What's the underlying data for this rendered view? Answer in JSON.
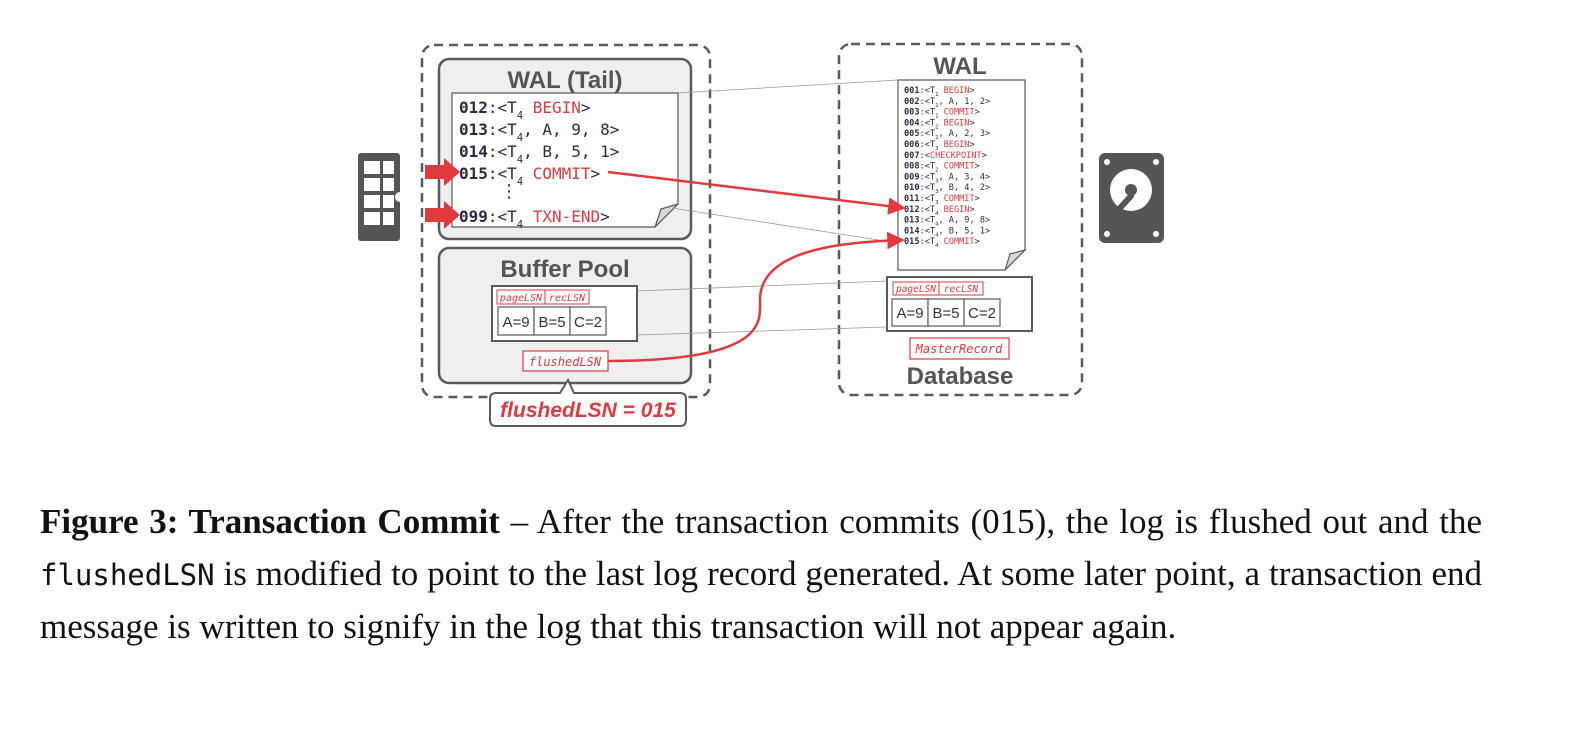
{
  "colors": {
    "accent": "#e0393e",
    "text": "#2b2b45",
    "panel": "#efefef",
    "border": "#5a5a5a",
    "icon": "#555555"
  },
  "memory": {
    "icon": "ram-chip-icon",
    "wal_tail": {
      "title": "WAL (Tail)",
      "records": [
        {
          "lsn": "012",
          "head": "<T",
          "sub": "4",
          "body": " BEGIN",
          "tail": ">",
          "red": true
        },
        {
          "lsn": "013",
          "head": "<T",
          "sub": "4",
          "body": ", A, 9, 8",
          "tail": ">",
          "red": false
        },
        {
          "lsn": "014",
          "head": "<T",
          "sub": "4",
          "body": ", B, 5, 1",
          "tail": ">",
          "red": false
        },
        {
          "lsn": "015",
          "head": "<T",
          "sub": "4",
          "body": " COMMIT",
          "tail": ">",
          "red": true
        },
        {
          "lsn": "099",
          "head": "<T",
          "sub": "4",
          "body": " TXN-END",
          "tail": ">",
          "red": true
        }
      ],
      "ellipsis": "⋮"
    },
    "buffer_pool": {
      "title": "Buffer Pool",
      "page_lsn": "pageLSN",
      "rec_lsn": "recLSN",
      "cells": [
        "A=9",
        "B=5",
        "C=2"
      ],
      "flushed_lsn": "flushedLSN"
    },
    "callout": "flushedLSN = 015"
  },
  "disk": {
    "icon": "hard-drive-icon",
    "wal": {
      "title": "WAL",
      "records": [
        {
          "lsn": "001",
          "head": "<T",
          "sub": "1",
          "body": " BEGIN",
          "tail": ">",
          "red": true
        },
        {
          "lsn": "002",
          "head": "<T",
          "sub": "1",
          "body": ", A, 1, 2",
          "tail": ">",
          "red": false
        },
        {
          "lsn": "003",
          "head": "<T",
          "sub": "1",
          "body": " COMMIT",
          "tail": ">",
          "red": true
        },
        {
          "lsn": "004",
          "head": "<T",
          "sub": "2",
          "body": " BEGIN",
          "tail": ">",
          "red": true
        },
        {
          "lsn": "005",
          "head": "<T",
          "sub": "2",
          "body": ", A, 2, 3",
          "tail": ">",
          "red": false
        },
        {
          "lsn": "006",
          "head": "<T",
          "sub": "3",
          "body": " BEGIN",
          "tail": ">",
          "red": true
        },
        {
          "lsn": "007",
          "head": "<",
          "sub": "",
          "body": "CHECKPOINT",
          "tail": ">",
          "red": true
        },
        {
          "lsn": "008",
          "head": "<T",
          "sub": "2",
          "body": " COMMIT",
          "tail": ">",
          "red": true
        },
        {
          "lsn": "009",
          "head": "<T",
          "sub": "3",
          "body": ", A, 3, 4",
          "tail": ">",
          "red": false
        },
        {
          "lsn": "010",
          "head": "<T",
          "sub": "3",
          "body": ", B, 4, 2",
          "tail": ">",
          "red": false
        },
        {
          "lsn": "011",
          "head": "<T",
          "sub": "3",
          "body": " COMMIT",
          "tail": ">",
          "red": true
        },
        {
          "lsn": "012",
          "head": "<T",
          "sub": "4",
          "body": " BEGIN",
          "tail": ">",
          "red": true
        },
        {
          "lsn": "013",
          "head": "<T",
          "sub": "4",
          "body": ", A, 9, 8",
          "tail": ">",
          "red": false
        },
        {
          "lsn": "014",
          "head": "<T",
          "sub": "4",
          "body": ", B, 5, 1",
          "tail": ">",
          "red": false
        },
        {
          "lsn": "015",
          "head": "<T",
          "sub": "4",
          "body": " COMMIT",
          "tail": ">",
          "red": true
        }
      ]
    },
    "database": {
      "title": "Database",
      "page_lsn": "pageLSN",
      "rec_lsn": "recLSN",
      "cells": [
        "A=9",
        "B=5",
        "C=2"
      ],
      "master_record": "MasterRecord"
    }
  },
  "caption": {
    "label": "Figure 3: Transaction Commit",
    "dash": " – ",
    "text1": "After the transaction commits (015), the log is flushed out and the ",
    "code": "flushedLSN",
    "text2": " is modified to point to the last log record generated. At some later point, a transaction end message is written to signify in the log that this transaction will not appear again."
  }
}
